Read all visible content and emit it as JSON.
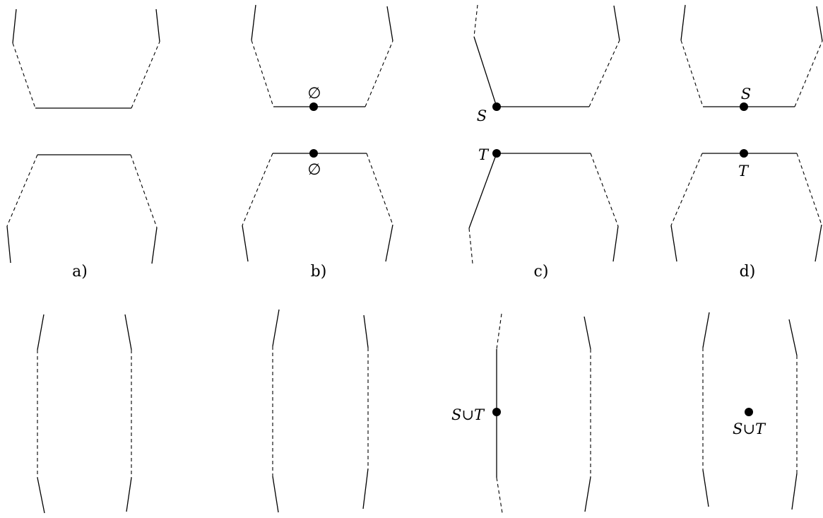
{
  "panels": {
    "a": {
      "caption": "a)"
    },
    "b": {
      "caption": "b)",
      "top_point_label": "∅",
      "bottom_point_label": "∅"
    },
    "c": {
      "caption": "c)",
      "top_point_label": "S",
      "bottom_point_label": "T",
      "merged_label": "S∪T"
    },
    "d": {
      "caption": "d)",
      "top_point_label": "S",
      "bottom_point_label": "T",
      "merged_label": "S∪T"
    }
  }
}
